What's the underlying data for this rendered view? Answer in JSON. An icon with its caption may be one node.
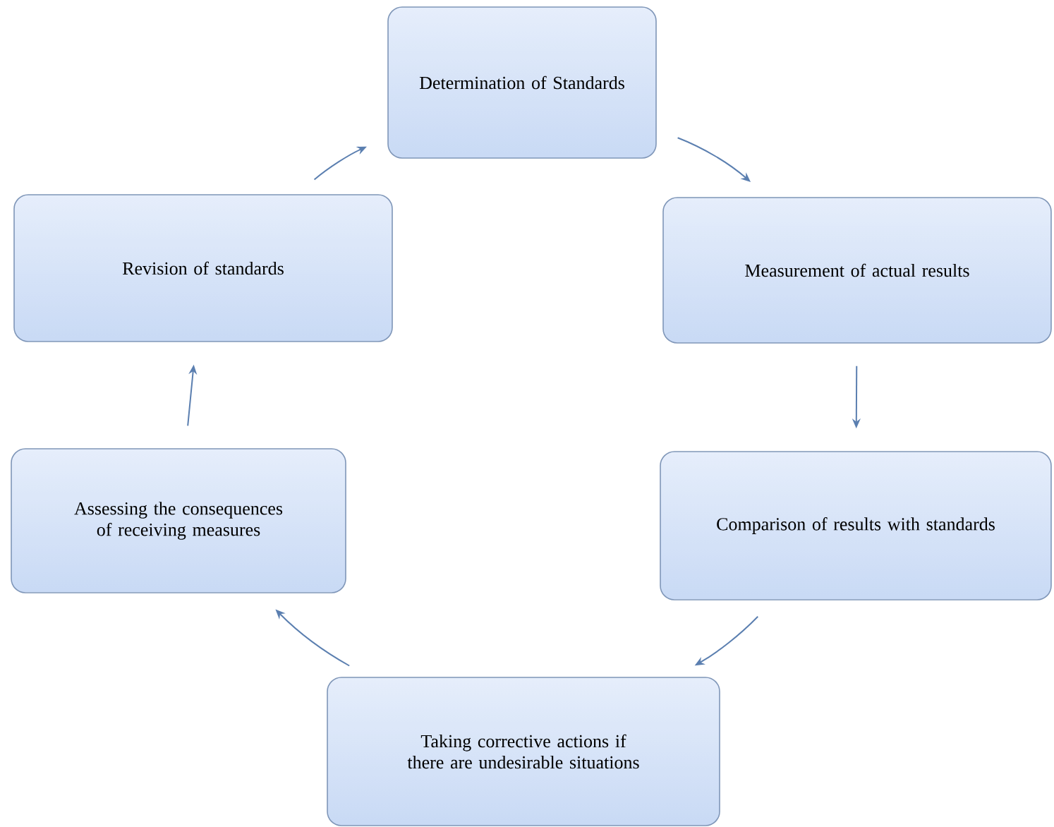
{
  "diagram": {
    "nodes": [
      {
        "text": [
          "Determination of Standards"
        ]
      },
      {
        "text": [
          "Measurement of actual results"
        ]
      },
      {
        "text": [
          "Comparison of results with standards"
        ]
      },
      {
        "text": [
          "Taking corrective actions if there are undesirable situations"
        ]
      },
      {
        "text": [
          "Assessing the consequences of receiving measures"
        ]
      },
      {
        "text": [
          "Revision of standards"
        ]
      }
    ],
    "edges": [
      {
        "from": 0,
        "to": 1,
        "arrow": "to"
      },
      {
        "from": 1,
        "to": 2,
        "arrow": "to"
      },
      {
        "from": 2,
        "to": 3,
        "arrow": "to"
      },
      {
        "from": 3,
        "to": 4,
        "arrow": "to"
      },
      {
        "from": 4,
        "to": 5,
        "arrow": "to"
      },
      {
        "from": 5,
        "to": 0,
        "arrow": "to"
      }
    ]
  }
}
